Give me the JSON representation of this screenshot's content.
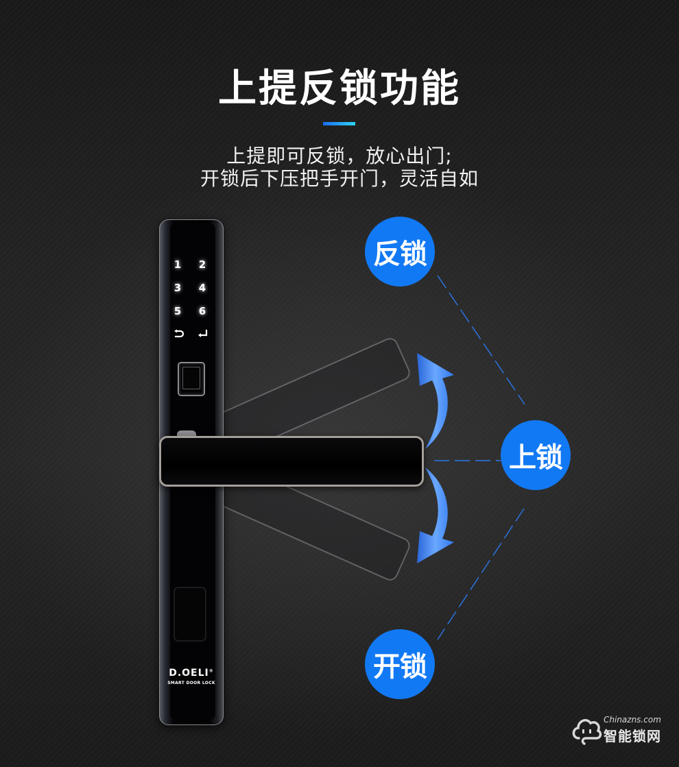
{
  "header": {
    "title": "上提反锁功能",
    "accent_colors": [
      "#1b6cf0",
      "#2fd5f5"
    ],
    "subtitle_line1": "上提即可反锁，放心出门;",
    "subtitle_line2": "开锁后下压把手开门，灵活自如"
  },
  "lock": {
    "keypad": [
      "1",
      "2",
      "3",
      "4",
      "5",
      "6",
      "↶",
      "↵"
    ],
    "back_key_icon": "back-arrow-icon",
    "enter_key_icon": "enter-icon",
    "brand_name": "D.OELI",
    "brand_registered": "®",
    "brand_subtitle": "SMART DOOR LOCK"
  },
  "badges": {
    "reverse_lock": "反锁",
    "lock": "上锁",
    "unlock": "开锁",
    "color": "#1279f4"
  },
  "arrows": {
    "up": "curved-up-arrow-icon",
    "down": "curved-down-arrow-icon",
    "color": "#3f8df5"
  },
  "watermark": {
    "domain": "Chinazns.com",
    "name": "智能锁网",
    "icon": "cloud-icon"
  }
}
